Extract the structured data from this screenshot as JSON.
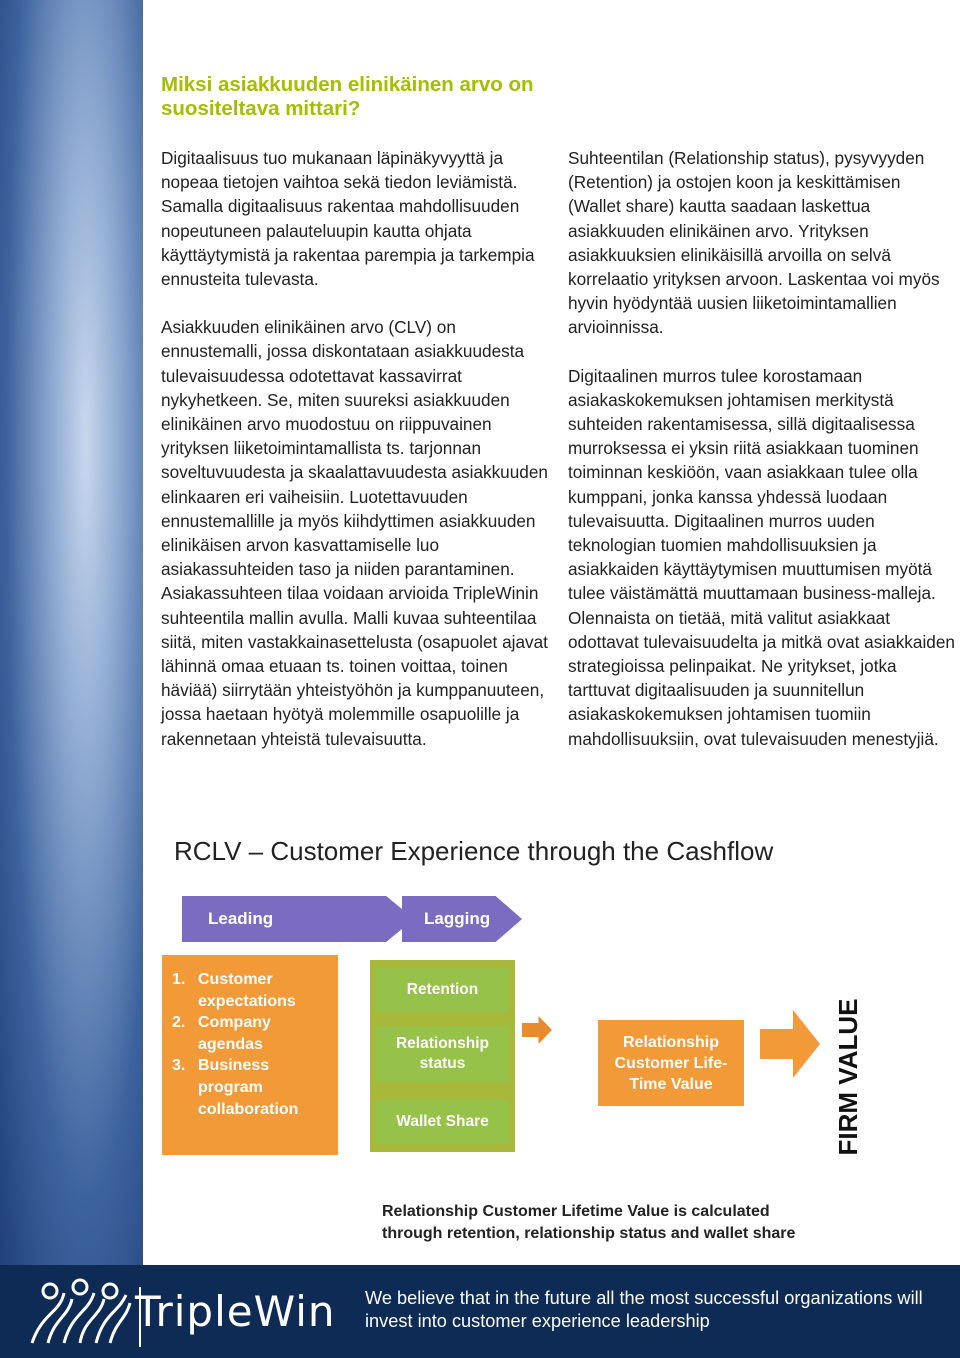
{
  "heading": "Miksi asiakkuuden elinikäinen arvo on suositeltava mittari?",
  "left_column": {
    "p1": "Digitaalisuus tuo mukanaan läpinäkyvyyttä ja nopeaa tietojen vaihtoa sekä tiedon leviämistä. Samalla digitaalisuus rakentaa mahdollisuuden nopeutuneen palauteluupin kautta ohjata käyttäytymistä ja rakentaa parempia ja tarkempia ennusteita tulevasta.",
    "p2": "Asiakkuuden elinikäinen arvo (CLV) on ennustemalli, jossa diskontataan asiakkuudesta tulevaisuudessa odotettavat kassavirrat nykyhetkeen. Se, miten suureksi asiakkuuden elinikäinen arvo muodostuu on riippuvainen yrityksen liiketoimintamallista ts. tarjonnan soveltuvuudesta ja skaalattavuudesta asiakkuuden elinkaaren eri vaiheisiin. Luotettavuuden ennustemallille ja myös kiihdyttimen asiakkuuden elinikäisen arvon kasvattamiselle luo asiakassuhteiden taso ja niiden parantaminen. Asiakassuhteen tilaa voidaan arvioida TripleWinin suhteentila mallin avulla. Malli kuvaa suhteentilaa siitä, miten vastakkainasettelusta (osapuolet ajavat lähinnä omaa etuaan ts. toinen voittaa, toinen häviää) siirrytään yhteistyöhön ja kumppanuuteen, jossa haetaan hyötyä molemmille osapuolille ja rakennetaan yhteistä tulevaisuutta."
  },
  "right_column": {
    "p1": "Suhteentilan (Relationship status), pysyvyyden (Retention) ja ostojen koon ja keskittämisen (Wallet share) kautta saadaan laskettua asiakkuuden elinikäinen arvo. Yrityksen asiakkuuksien elinikäisillä arvoilla on selvä korrelaatio yrityksen arvoon. Laskentaa voi myös hyvin hyödyntää uusien liiketoimintamallien arvioinnissa.",
    "p2": "Digitaalinen murros tulee korostamaan asiakaskokemuksen johtamisen merkitystä suhteiden rakentamisessa, sillä digitaalisessa murroksessa ei yksin riitä asiakkaan tuominen toiminnan keskiöön, vaan asiakkaan tulee olla kumppani, jonka kanssa yhdessä luodaan tulevaisuutta. Digitaalinen murros uuden teknologian tuomien mahdollisuuksien ja asiakkaiden käyttäytymisen muuttumisen myötä tulee väistämättä muuttamaan business-malleja. Olennaista on tietää, mitä valitut asiakkaat odottavat tulevaisuudelta ja mitkä ovat asiakkaiden strategioissa pelinpaikat. Ne yritykset, jotka tarttuvat digitaalisuuden ja suunnitellun asiakaskokemuksen johtamisen tuomiin mahdollisuuksiin, ovat tulevaisuuden menestyjiä."
  },
  "diagram": {
    "title": "RCLV   – Customer Experience through the Cashflow",
    "leading": "Leading",
    "lagging": "Lagging",
    "left_items": [
      {
        "num": "1.",
        "text": "Customer expectations"
      },
      {
        "num": "2.",
        "text": "Company agendas"
      },
      {
        "num": "3.",
        "text": "Business program collaboration"
      }
    ],
    "green_items": [
      "Retention",
      "Relationship status",
      "Wallet Share"
    ],
    "value_box": "Relationship Customer Life-Time Value",
    "firm_value": "FIRM VALUE",
    "caption": "Relationship Customer Lifetime Value is calculated through retention, relationship status and wallet share",
    "colors": {
      "purple": "#7b6cc1",
      "orange": "#f39a38",
      "green": "#97c24a"
    }
  },
  "footer": {
    "logo_text": "TripleWin",
    "slogan": "We believe that in the future all the most successful organizations will invest into customer experience leadership"
  }
}
